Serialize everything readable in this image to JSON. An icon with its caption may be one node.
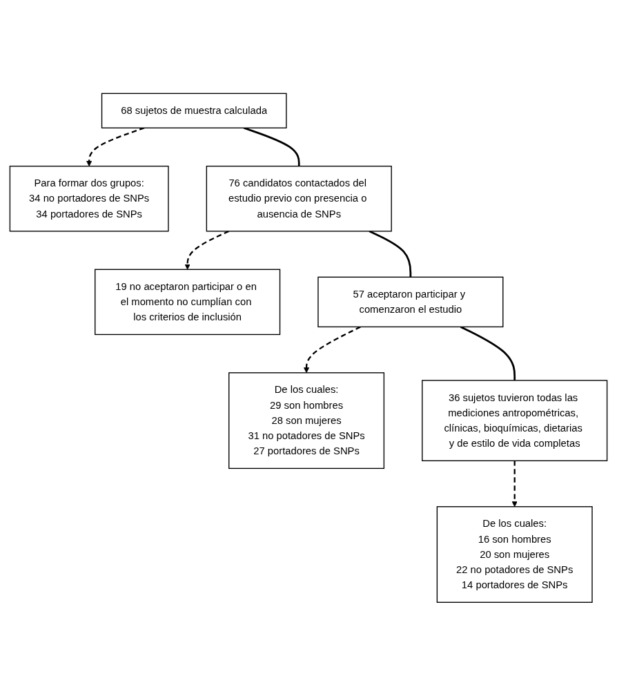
{
  "diagram": {
    "nodes": [
      {
        "text": [
          "68 sujetos de muestra calculada"
        ]
      },
      {
        "text": [
          "Para formar dos grupos:",
          "34 no portadores de SNPs",
          "34 portadores de SNPs"
        ]
      },
      {
        "text": [
          "76 candidatos contactados del estudio previo con presencia o ausencia de SNPs"
        ]
      },
      {
        "text": [
          "19 no aceptaron participar o en el momento no cumplían con los criterios de inclusión"
        ]
      },
      {
        "text": [
          "57 aceptaron participar y comenzaron el estudio"
        ]
      },
      {
        "text": [
          "De los cuales:",
          "29 son hombres",
          "28 son mujeres",
          "31 no potadores de SNPs",
          "27 portadores de SNPs"
        ]
      },
      {
        "text": [
          "36 sujetos tuvieron todas las mediciones antropométricas, clínicas, bioquímicas, dietarias y de estilo de vida completas"
        ]
      },
      {
        "text": [
          "De los cuales:",
          "16 son hombres",
          "20 son mujeres",
          "22 no potadores de SNPs",
          "14 portadores de SNPs"
        ]
      }
    ],
    "edges": [
      {
        "from": 0,
        "to": 1,
        "arrow": "to",
        "style": "dashed"
      },
      {
        "from": 0,
        "to": 2,
        "arrow": "none"
      },
      {
        "from": 2,
        "to": 3,
        "arrow": "to",
        "style": "dashed"
      },
      {
        "from": 2,
        "to": 4,
        "arrow": "none"
      },
      {
        "from": 4,
        "to": 5,
        "arrow": "to",
        "style": "dashed"
      },
      {
        "from": 4,
        "to": 6,
        "arrow": "none"
      },
      {
        "from": 6,
        "to": 7,
        "arrow": "to",
        "style": "dashed"
      }
    ]
  }
}
